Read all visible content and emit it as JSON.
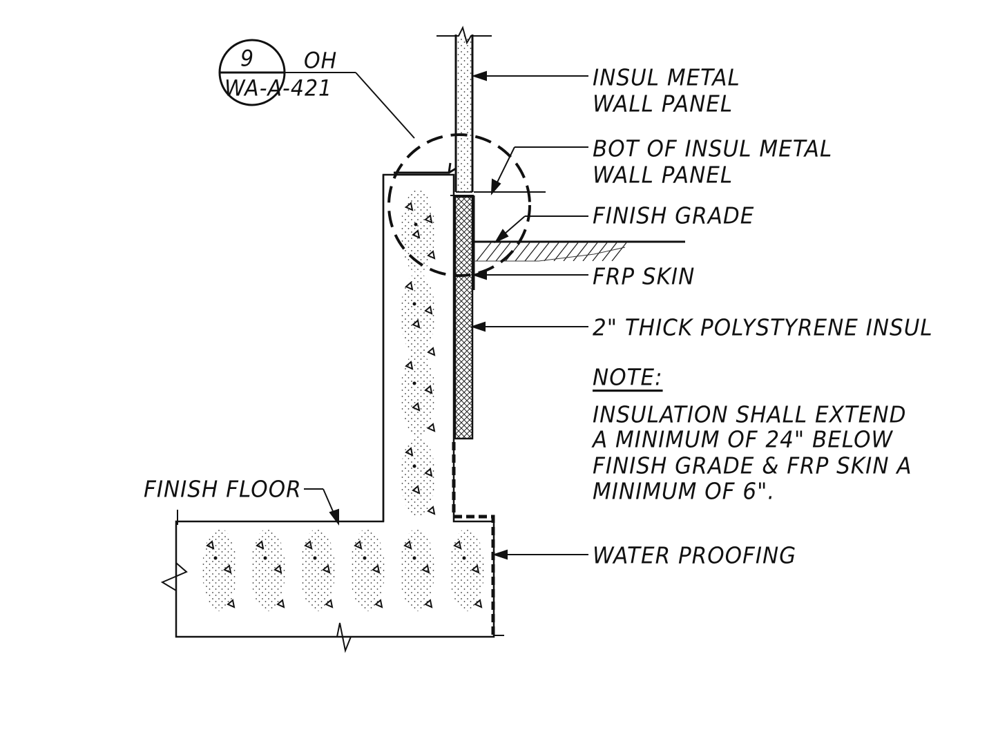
{
  "detail_bubble": {
    "number": "9",
    "sheet": "WA-A-421",
    "suffix": "OH"
  },
  "callouts": {
    "insul_metal_wall_panel": [
      "INSUL METAL",
      "WALL PANEL"
    ],
    "bot_of_insul_metal_wall_panel": [
      "BOT OF INSUL METAL",
      "WALL PANEL"
    ],
    "finish_grade": "FINISH GRADE",
    "frp_skin": "FRP SKIN",
    "polystyrene_insul": "2\" THICK POLYSTYRENE INSUL",
    "finish_floor": "FINISH FLOOR",
    "water_proofing": "WATER PROOFING"
  },
  "note": {
    "heading": "NOTE:",
    "lines": [
      "INSULATION SHALL EXTEND",
      "A MINIMUM OF 24\" BELOW",
      "FINISH GRADE & FRP SKIN A",
      "MINIMUM OF 6\"."
    ]
  },
  "colors": {
    "ink": "#111111",
    "background": "#ffffff"
  }
}
